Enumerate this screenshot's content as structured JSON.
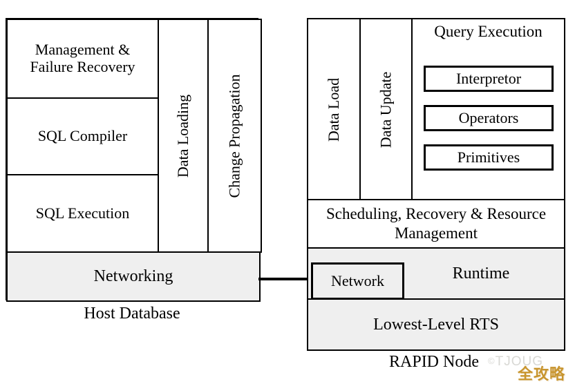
{
  "figure": {
    "kind": "architecture-diagram",
    "background": "#ffffff",
    "line_color": "#000000",
    "shaded_fill": "#efefef"
  },
  "host": {
    "caption": "Host Database",
    "left_column": [
      {
        "label": "Management & Failure Recovery"
      },
      {
        "label": "SQL Compiler"
      },
      {
        "label": "SQL Execution"
      }
    ],
    "vertical_columns": [
      {
        "label": "Data Loading"
      },
      {
        "label": "Change Propagation"
      }
    ],
    "bottom_bar": {
      "label": "Networking",
      "shaded": true
    }
  },
  "rapid": {
    "caption": "RAPID Node",
    "vertical_columns": [
      {
        "label": "Data Load"
      },
      {
        "label": "Data Update"
      }
    ],
    "query_execution": {
      "title": "Query Execution",
      "components": [
        {
          "label": "Interpretor"
        },
        {
          "label": "Operators"
        },
        {
          "label": "Primitives"
        }
      ]
    },
    "scheduling_bar": {
      "label": "Scheduling, Recovery & Resource Management",
      "shaded": false
    },
    "runtime_bar": {
      "label": "Runtime",
      "shaded": true
    },
    "network_box": {
      "label": "Network",
      "shaded": true
    },
    "rts_bar": {
      "label": "Lowest-Level RTS",
      "shaded": true
    }
  },
  "connector": {
    "from": "Networking",
    "to": "Network"
  },
  "watermarks": {
    "text_mark": "TJOUG",
    "mark_symbol": "©",
    "cn_text": "全攻略",
    "cn_color": "#c8952e",
    "text_color": "#d8d8d4"
  }
}
